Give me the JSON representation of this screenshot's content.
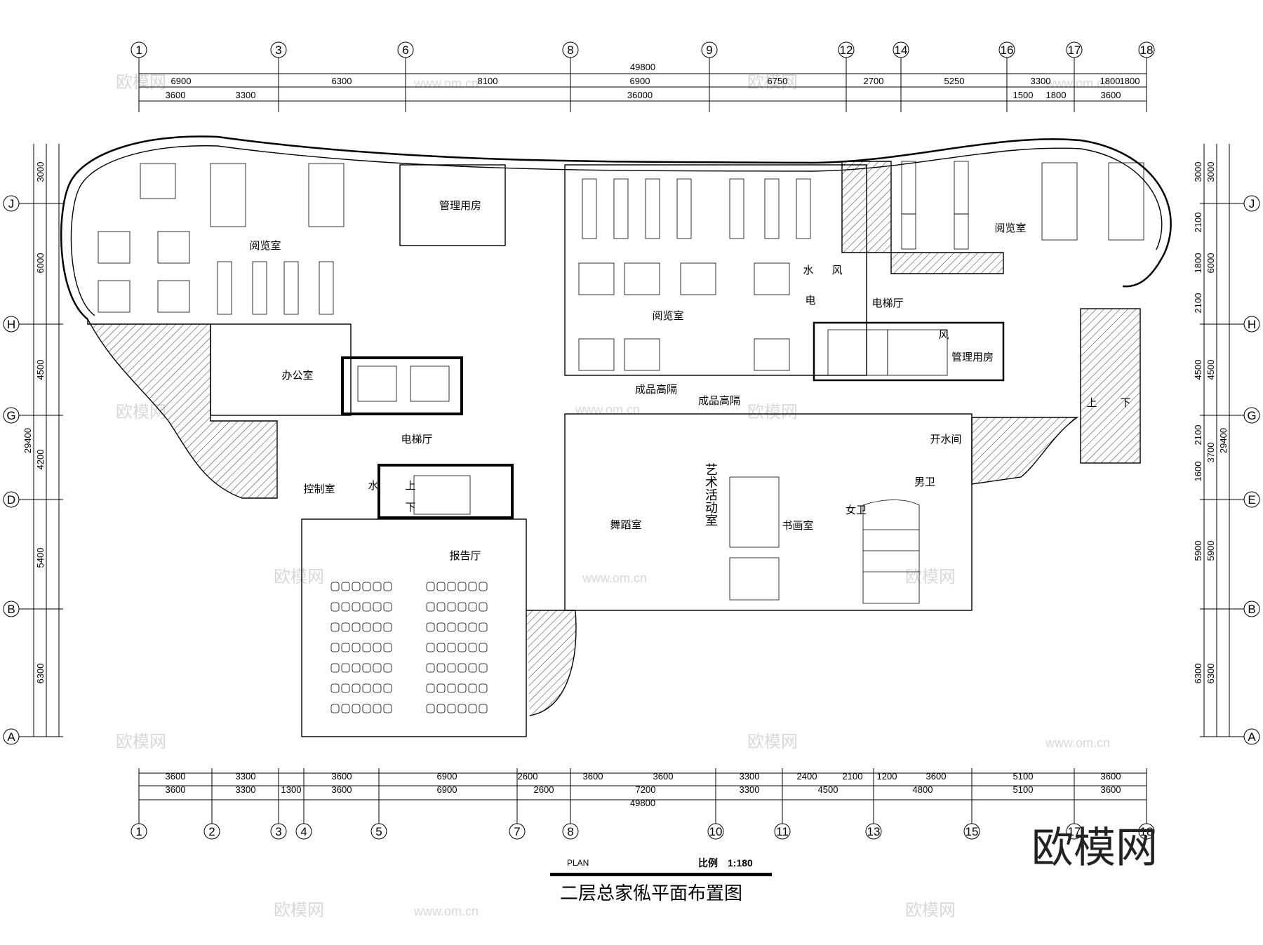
{
  "title": "二层总家俬平面布置图",
  "plan_label": "PLAN",
  "scale_label": "比例　1:180",
  "brand": "欧模网",
  "watermark_texts": [
    "欧模网",
    "www.om.cn",
    "om.cn"
  ],
  "rooms": {
    "reading_w": "阅览室",
    "mgmt_1": "管理用房",
    "reading_c": "阅览室",
    "reading_e": "阅览室",
    "office": "办公室",
    "elevator_hall_1": "电梯厅",
    "elevator_hall_2": "电梯厅",
    "mgmt_2": "管理用房",
    "water": "水",
    "wind_1": "风",
    "electric": "电",
    "wind_2": "风",
    "partition_1": "成品高隔",
    "partition_2": "成品高隔",
    "control": "控制室",
    "water_2": "水",
    "report_hall": "报告厅",
    "dance": "舞蹈室",
    "art": "艺术活动室",
    "calligraphy": "书画室",
    "boiler": "开水间",
    "mens": "男卫",
    "womens": "女卫",
    "stair_up_1": "上",
    "stair_down_1": "下",
    "stair_up_2": "上",
    "stair_down_2": "下"
  },
  "dims": {
    "top_total": "49800",
    "top_row1": [
      "6900",
      "6300",
      "8100",
      "6900",
      "6750",
      "2700",
      "5250",
      "3300",
      "1800",
      "1800"
    ],
    "top_row2": [
      "3600",
      "3300",
      "36000",
      "1500",
      "1800",
      "3600"
    ],
    "bottom_row1": [
      "3600",
      "3300",
      "3600",
      "6900",
      "2600",
      "3600",
      "3600",
      "3300",
      "2400",
      "2100",
      "1200",
      "3600",
      "5100",
      "3600"
    ],
    "bottom_row2": [
      "3600",
      "3300",
      "1300",
      "3600",
      "6900",
      "2600",
      "7200",
      "3300",
      "4500",
      "4800",
      "5100",
      "3600"
    ],
    "bottom_total": "49800",
    "left_total": "29400",
    "left_segs": [
      "3000",
      "6000",
      "4500",
      "4200",
      "5400",
      "6300"
    ],
    "right_total": "29400",
    "right_row1": [
      "3000",
      "2100",
      "1800",
      "2100",
      "4500",
      "2100",
      "1600",
      "5900",
      "6300"
    ],
    "right_row2": [
      "3000",
      "6000",
      "4500",
      "3700",
      "5900",
      "6300"
    ]
  },
  "axes": {
    "top": [
      "1",
      "3",
      "6",
      "8",
      "9",
      "12",
      "14",
      "16",
      "17",
      "18"
    ],
    "bottom": [
      "1",
      "2",
      "3",
      "4",
      "5",
      "7",
      "8",
      "10",
      "11",
      "13",
      "15",
      "17",
      "18"
    ],
    "left": [
      "J",
      "H",
      "G",
      "D",
      "B",
      "A"
    ],
    "right": [
      "J",
      "H",
      "G",
      "E",
      "B",
      "A"
    ]
  }
}
